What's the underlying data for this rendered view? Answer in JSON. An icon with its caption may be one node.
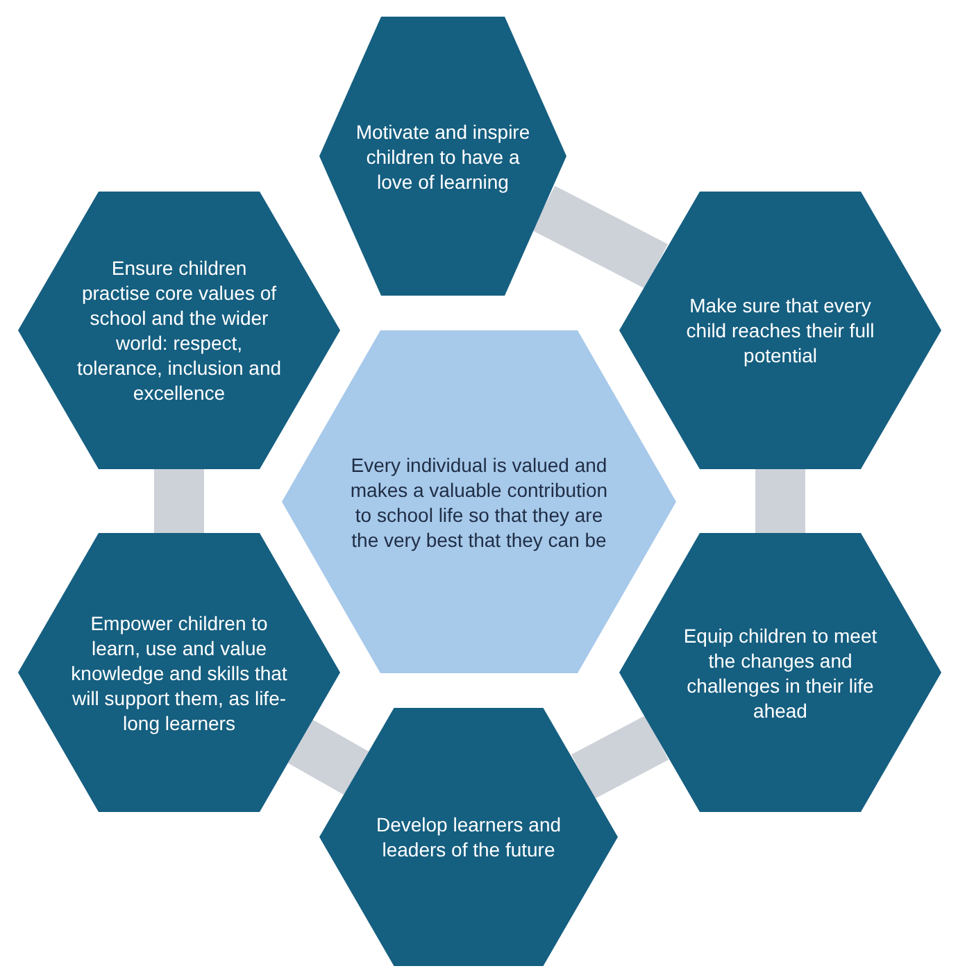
{
  "diagram": {
    "nodes": [
      {
        "text": [
          "Motivate and inspire children to have a love of learning"
        ]
      },
      {
        "text": [
          "Make sure that every child reaches their full potential"
        ]
      },
      {
        "text": [
          "Equip children to meet the changes and challenges in their life ahead"
        ]
      },
      {
        "text": [
          "Develop learners and leaders of the future"
        ]
      },
      {
        "text": [
          "Empower children to learn, use and value knowledge and skills that will support them, as life-long learners"
        ]
      },
      {
        "text": [
          "Ensure children practise core values of school and the wider world: respect, tolerance, inclusion and excellence"
        ]
      },
      {
        "text": [
          "Every individual is valued and makes a valuable contribution to school life so that they are the very best that they can be"
        ]
      }
    ],
    "edges": [
      {
        "from": 0,
        "to": 1,
        "arrow": "none"
      },
      {
        "from": 1,
        "to": 2,
        "arrow": "none"
      },
      {
        "from": 2,
        "to": 3,
        "arrow": "none"
      },
      {
        "from": 3,
        "to": 4,
        "arrow": "none"
      },
      {
        "from": 4,
        "to": 5,
        "arrow": "none"
      }
    ]
  }
}
